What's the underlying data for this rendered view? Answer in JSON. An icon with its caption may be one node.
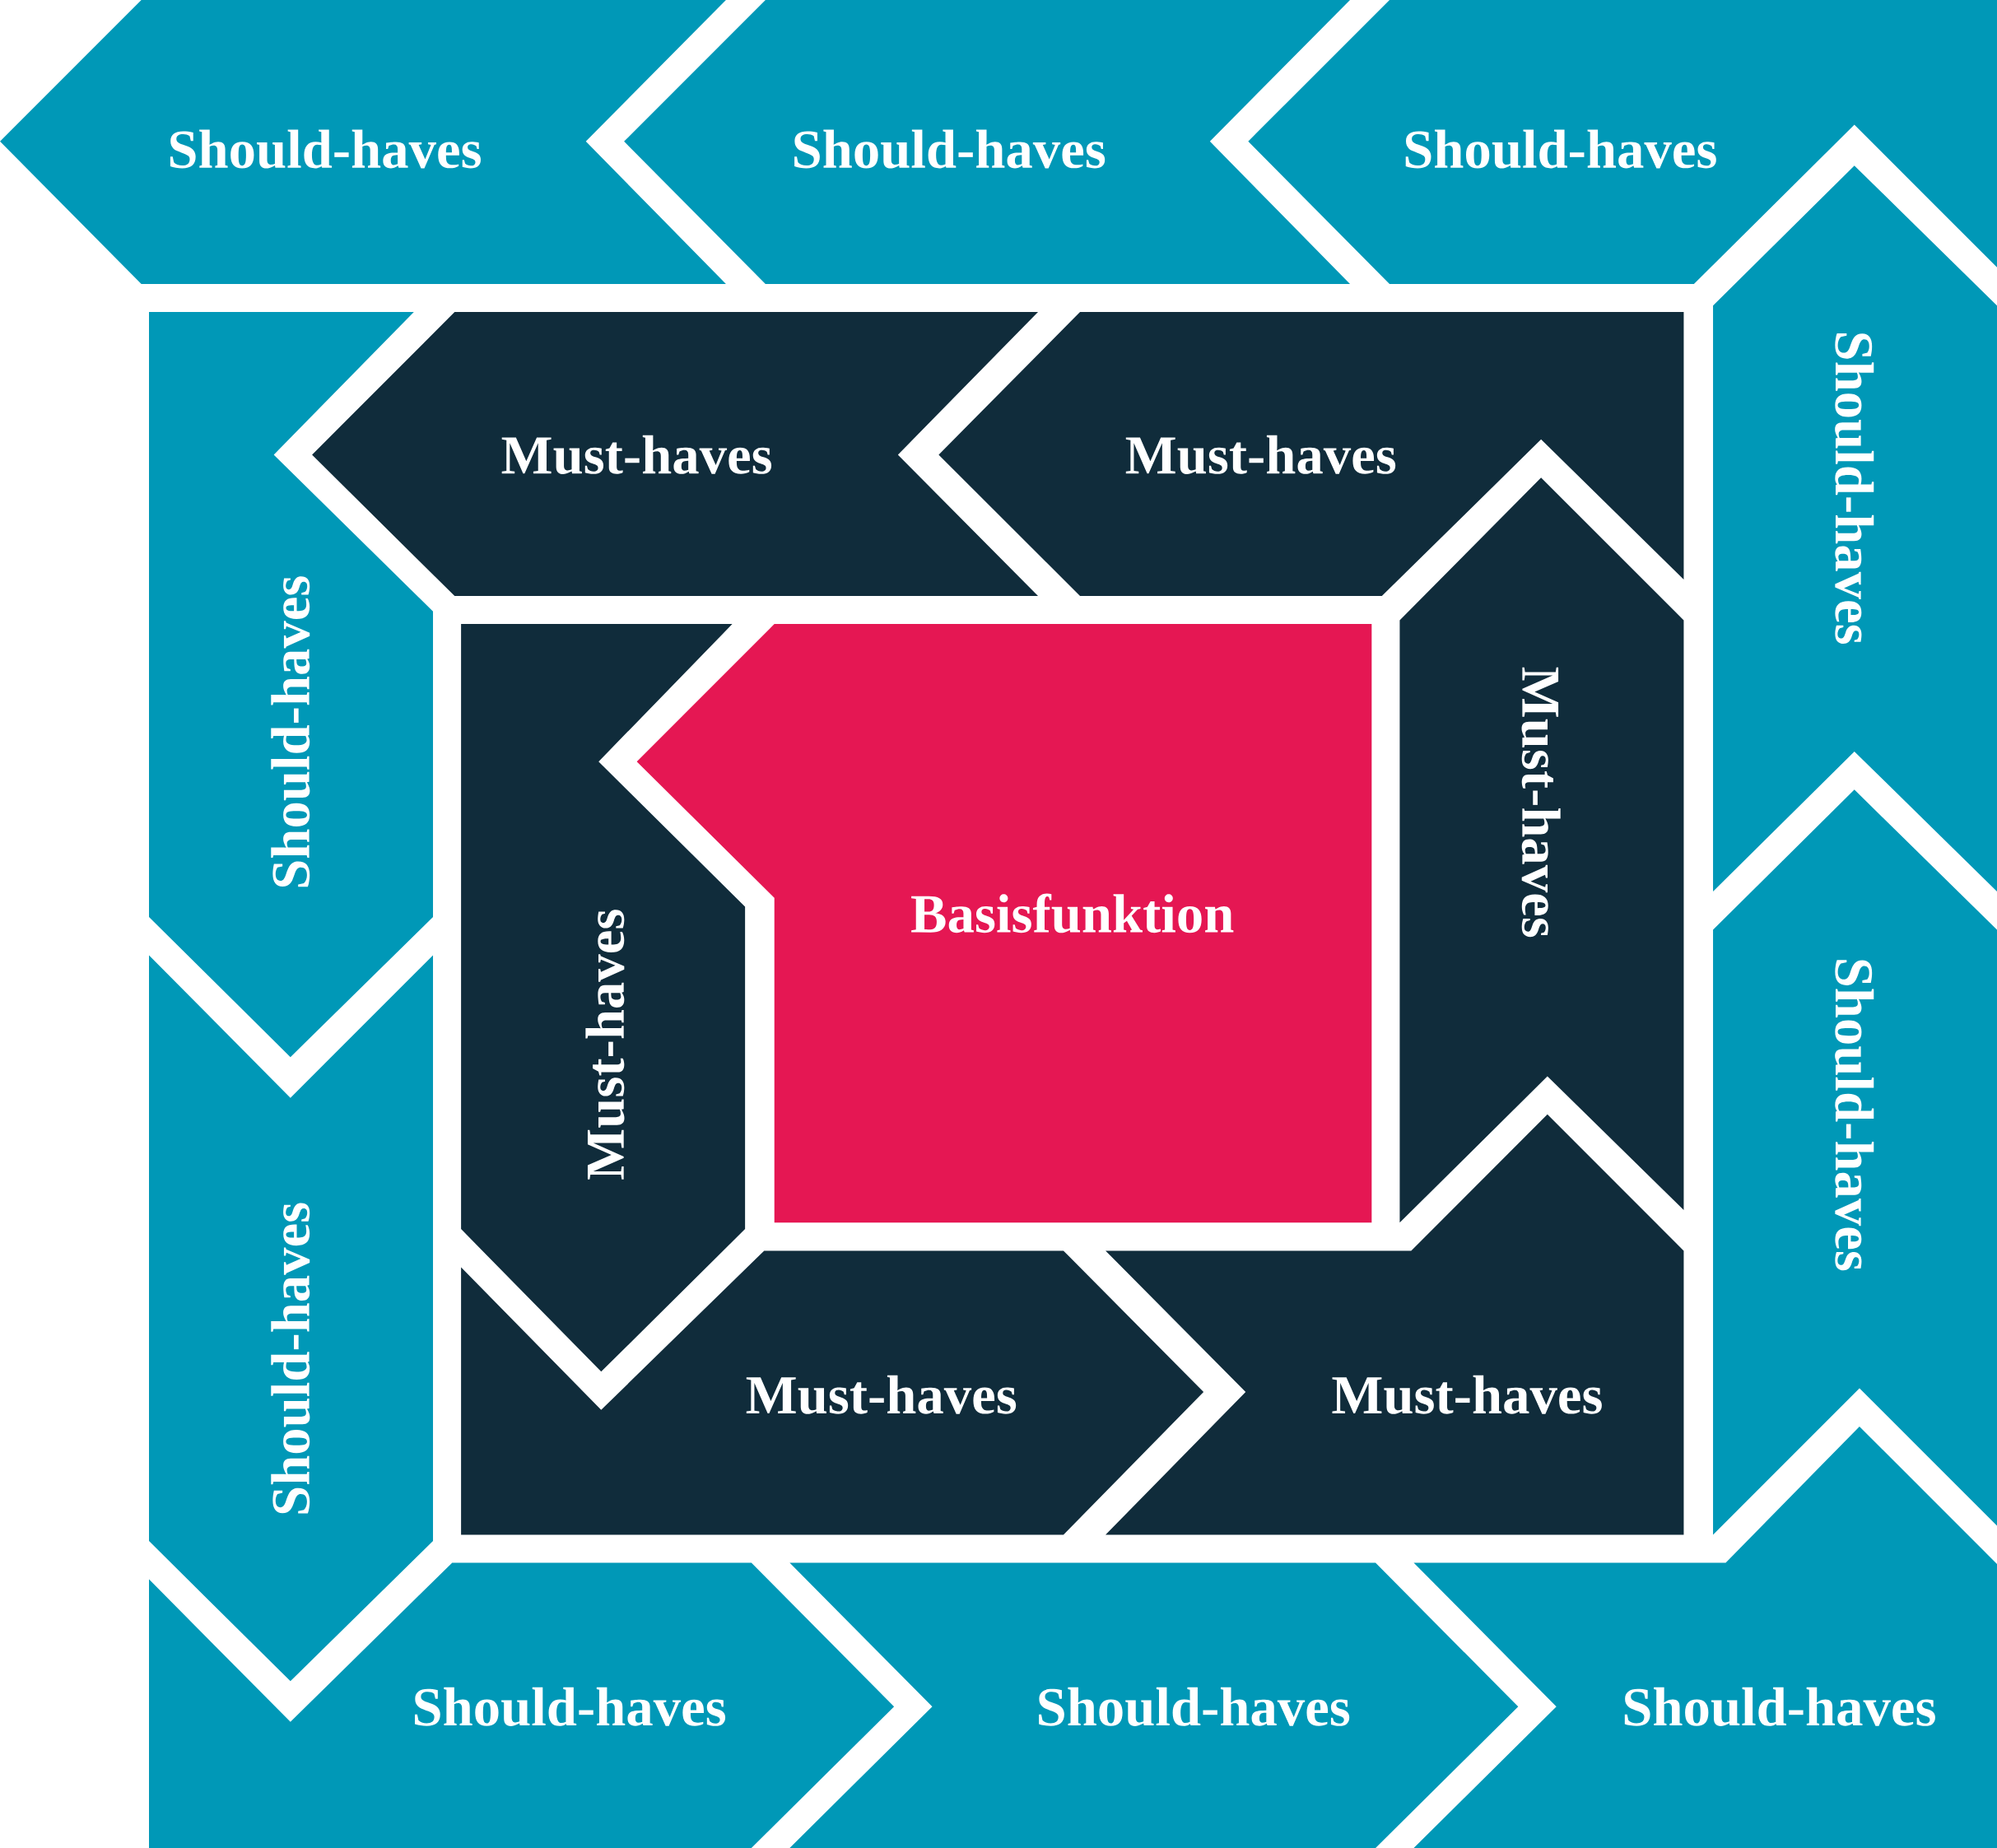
{
  "diagram": {
    "nodes": [
      {
        "text": [
          "Should-haves"
        ]
      },
      {
        "text": [
          "Should-haves"
        ]
      },
      {
        "text": [
          "Should-haves"
        ]
      },
      {
        "text": [
          "Should-haves"
        ]
      },
      {
        "text": [
          "Should-haves"
        ]
      },
      {
        "text": [
          "Must-haves"
        ]
      },
      {
        "text": [
          "Must-haves"
        ]
      },
      {
        "text": [
          "Must-haves"
        ]
      },
      {
        "text": [
          "Must-haves"
        ]
      },
      {
        "text": [
          "Basisfunktion"
        ]
      },
      {
        "text": [
          "Must-haves"
        ]
      },
      {
        "text": [
          "Must-haves"
        ]
      },
      {
        "text": [
          "Should-haves"
        ]
      },
      {
        "text": [
          "Should-haves"
        ]
      },
      {
        "text": [
          "Should-haves"
        ]
      },
      {
        "text": [
          "Should-haves"
        ]
      },
      {
        "text": [
          "Should-haves"
        ]
      }
    ]
  }
}
